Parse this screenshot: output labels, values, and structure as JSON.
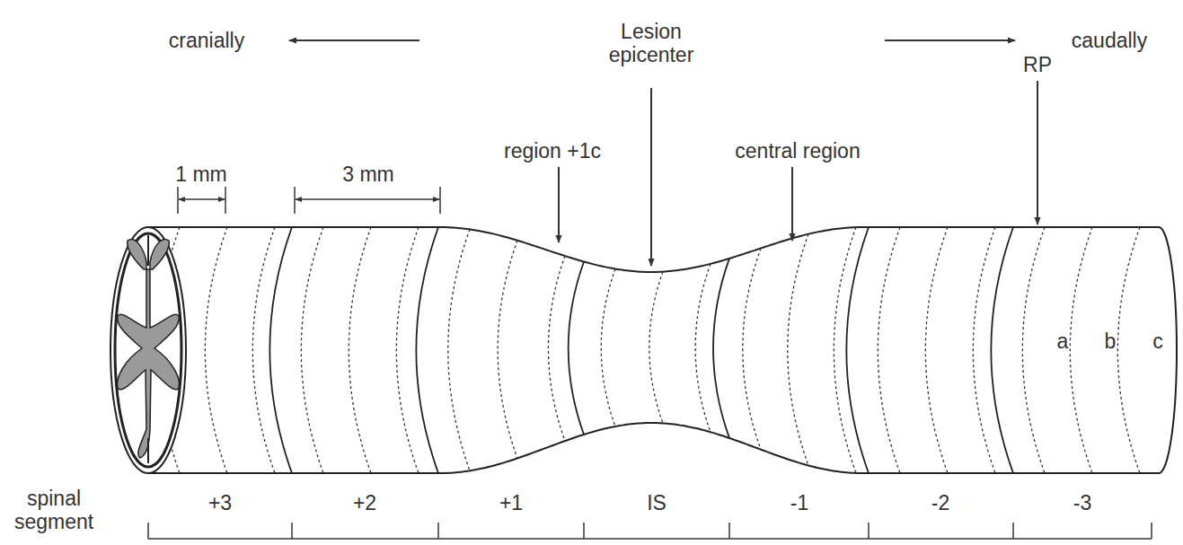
{
  "diagram": {
    "labels": [
      "cranially",
      "caudally",
      "Lesion epicenter",
      "1 mm",
      "3 mm",
      "region +1c",
      "central region",
      "RP",
      "a",
      "b",
      "c",
      "spinal segment",
      "+3",
      "+2",
      "+1",
      "IS",
      "-1",
      "-2",
      "-3"
    ]
  }
}
